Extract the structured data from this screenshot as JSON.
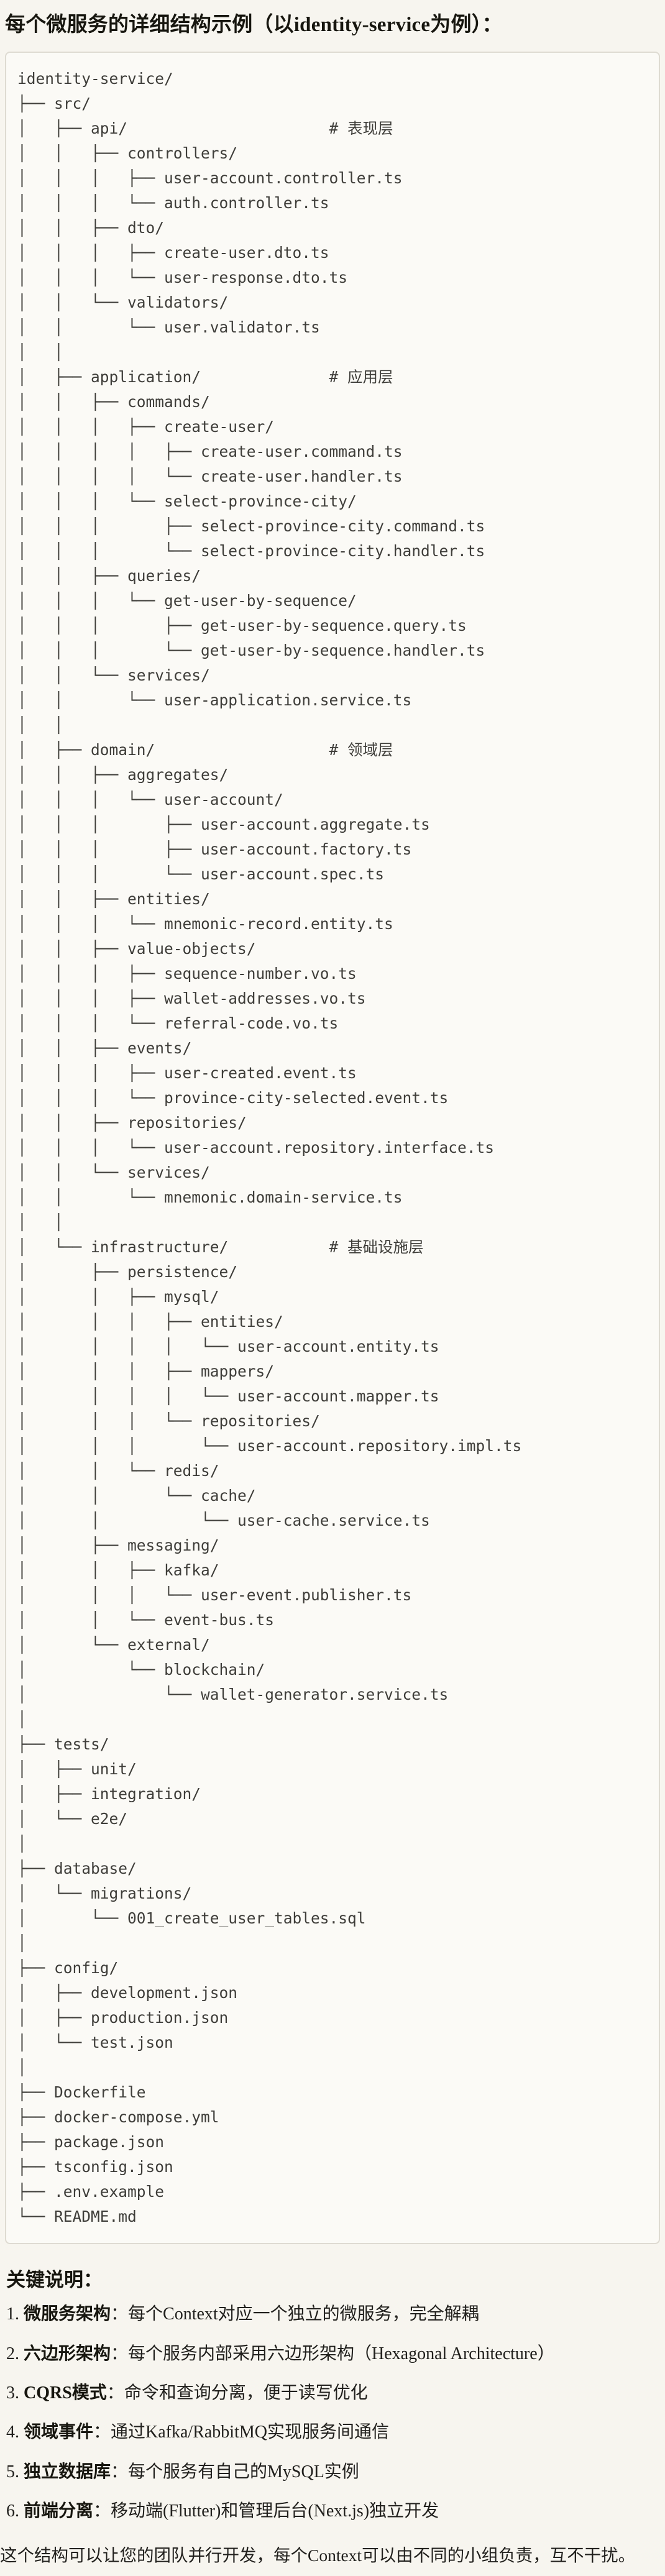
{
  "title": "每个微服务的详细结构示例（以identity-service为例）：",
  "code_block": {
    "language": "plaintext",
    "lines": [
      "identity-service/",
      "├── src/",
      "│   ├── api/                      # 表现层",
      "│   │   ├── controllers/",
      "│   │   │   ├── user-account.controller.ts",
      "│   │   │   └── auth.controller.ts",
      "│   │   ├── dto/",
      "│   │   │   ├── create-user.dto.ts",
      "│   │   │   └── user-response.dto.ts",
      "│   │   └── validators/",
      "│   │       └── user.validator.ts",
      "│   │",
      "│   ├── application/              # 应用层",
      "│   │   ├── commands/",
      "│   │   │   ├── create-user/",
      "│   │   │   │   ├── create-user.command.ts",
      "│   │   │   │   └── create-user.handler.ts",
      "│   │   │   └── select-province-city/",
      "│   │   │       ├── select-province-city.command.ts",
      "│   │   │       └── select-province-city.handler.ts",
      "│   │   ├── queries/",
      "│   │   │   └── get-user-by-sequence/",
      "│   │   │       ├── get-user-by-sequence.query.ts",
      "│   │   │       └── get-user-by-sequence.handler.ts",
      "│   │   └── services/",
      "│   │       └── user-application.service.ts",
      "│   │",
      "│   ├── domain/                   # 领域层",
      "│   │   ├── aggregates/",
      "│   │   │   └── user-account/",
      "│   │   │       ├── user-account.aggregate.ts",
      "│   │   │       ├── user-account.factory.ts",
      "│   │   │       └── user-account.spec.ts",
      "│   │   ├── entities/",
      "│   │   │   └── mnemonic-record.entity.ts",
      "│   │   ├── value-objects/",
      "│   │   │   ├── sequence-number.vo.ts",
      "│   │   │   ├── wallet-addresses.vo.ts",
      "│   │   │   └── referral-code.vo.ts",
      "│   │   ├── events/",
      "│   │   │   ├── user-created.event.ts",
      "│   │   │   └── province-city-selected.event.ts",
      "│   │   ├── repositories/",
      "│   │   │   └── user-account.repository.interface.ts",
      "│   │   └── services/",
      "│   │       └── mnemonic.domain-service.ts",
      "│   │",
      "│   └── infrastructure/           # 基础设施层",
      "│       ├── persistence/",
      "│       │   ├── mysql/",
      "│       │   │   ├── entities/",
      "│       │   │   │   └── user-account.entity.ts",
      "│       │   │   ├── mappers/",
      "│       │   │   │   └── user-account.mapper.ts",
      "│       │   │   └── repositories/",
      "│       │   │       └── user-account.repository.impl.ts",
      "│       │   └── redis/",
      "│       │       └── cache/",
      "│       │           └── user-cache.service.ts",
      "│       ├── messaging/",
      "│       │   ├── kafka/",
      "│       │   │   └── user-event.publisher.ts",
      "│       │   └── event-bus.ts",
      "│       └── external/",
      "│           └── blockchain/",
      "│               └── wallet-generator.service.ts",
      "│",
      "├── tests/",
      "│   ├── unit/",
      "│   ├── integration/",
      "│   └── e2e/",
      "│",
      "├── database/",
      "│   └── migrations/",
      "│       └── 001_create_user_tables.sql",
      "│",
      "├── config/",
      "│   ├── development.json",
      "│   ├── production.json",
      "│   └── test.json",
      "│",
      "├── Dockerfile",
      "├── docker-compose.yml",
      "├── package.json",
      "├── tsconfig.json",
      "├── .env.example",
      "└── README.md"
    ]
  },
  "notes": {
    "heading": "关键说明：",
    "items": [
      {
        "num": "1.",
        "label": "微服务架构",
        "text": "：每个Context对应一个独立的微服务，完全解耦"
      },
      {
        "num": "2.",
        "label": "六边形架构",
        "text": "：每个服务内部采用六边形架构（Hexagonal Architecture）"
      },
      {
        "num": "3.",
        "label": "CQRS模式",
        "text": "：命令和查询分离，便于读写优化"
      },
      {
        "num": "4.",
        "label": "领域事件",
        "text": "：通过Kafka/RabbitMQ实现服务间通信"
      },
      {
        "num": "5.",
        "label": "独立数据库",
        "text": "：每个服务有自己的MySQL实例"
      },
      {
        "num": "6.",
        "label": "前端分离",
        "text": "：移动端(Flutter)和管理后台(Next.js)独立开发"
      }
    ],
    "closing": "这个结构可以让您的团队并行开发，每个Context可以由不同的小组负责，互不干扰。"
  },
  "colors": {
    "page_background": "#f7f5ef",
    "code_background": "#fbfaf6",
    "code_border": "#dedbd2",
    "code_text": "#3e3d39",
    "heading_text": "#17160f",
    "body_text": "#21201d"
  }
}
